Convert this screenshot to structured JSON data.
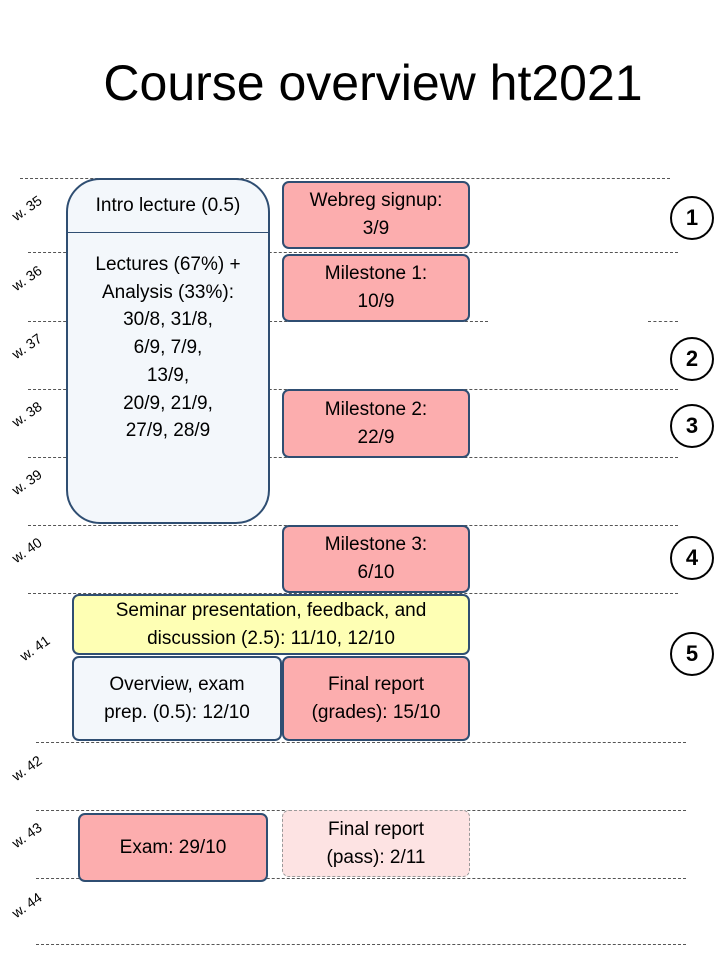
{
  "title": "Course overview ht2021",
  "weeks": [
    "w. 35",
    "w. 36",
    "w. 37",
    "w. 38",
    "w. 39",
    "w. 40",
    "w. 41",
    "w. 42",
    "w. 43",
    "w. 44"
  ],
  "lecture_block": {
    "intro": "Intro  lecture (0.5)",
    "body": "Lectures (67%) +\nAnalysis (33%):\n30/8, 31/8,\n6/9, 7/9,\n13/9,\n20/9, 21/9,\n27/9, 28/9"
  },
  "milestones": {
    "webreg": "Webreg signup:\n3/9",
    "m1": "Milestone 1:\n10/9",
    "m2": "Milestone 2:\n22/9",
    "m3": "Milestone 3:\n6/10",
    "final_grades": "Final report\n(grades):  15/10",
    "final_pass": "Final report\n(pass):  2/11"
  },
  "seminar": "Seminar presentation, feedback, and\ndiscussion (2.5): 11/10, 12/10",
  "overview": "Overview, exam\nprep. (0.5): 12/10",
  "exam": "Exam:  29/10",
  "step_markers": [
    "1",
    "2",
    "3",
    "4",
    "5"
  ],
  "colors": {
    "deadline_fill": "#fcadae",
    "seminar_fill": "#feffb4",
    "lecture_fill": "#f3f7fb",
    "border": "#2f4e72"
  }
}
